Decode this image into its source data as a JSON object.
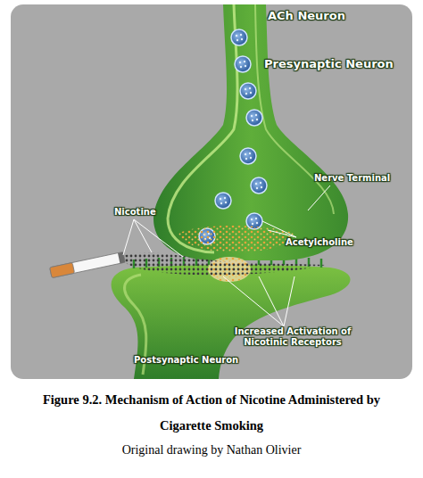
{
  "diagram": {
    "caption": "Figure 9.2. Mechanism of Action of Nicotine Administered by Cigarette Smoking",
    "labels": [
      "ACh Neuron",
      "Presynaptic Neuron",
      "Nerve Terminal",
      "Nicotine",
      "Acetylcholine",
      "Increased Activation of Nicotinic Receptors",
      "Postsynaptic Neuron",
      "Original drawing by Nathan Olivier"
    ]
  }
}
